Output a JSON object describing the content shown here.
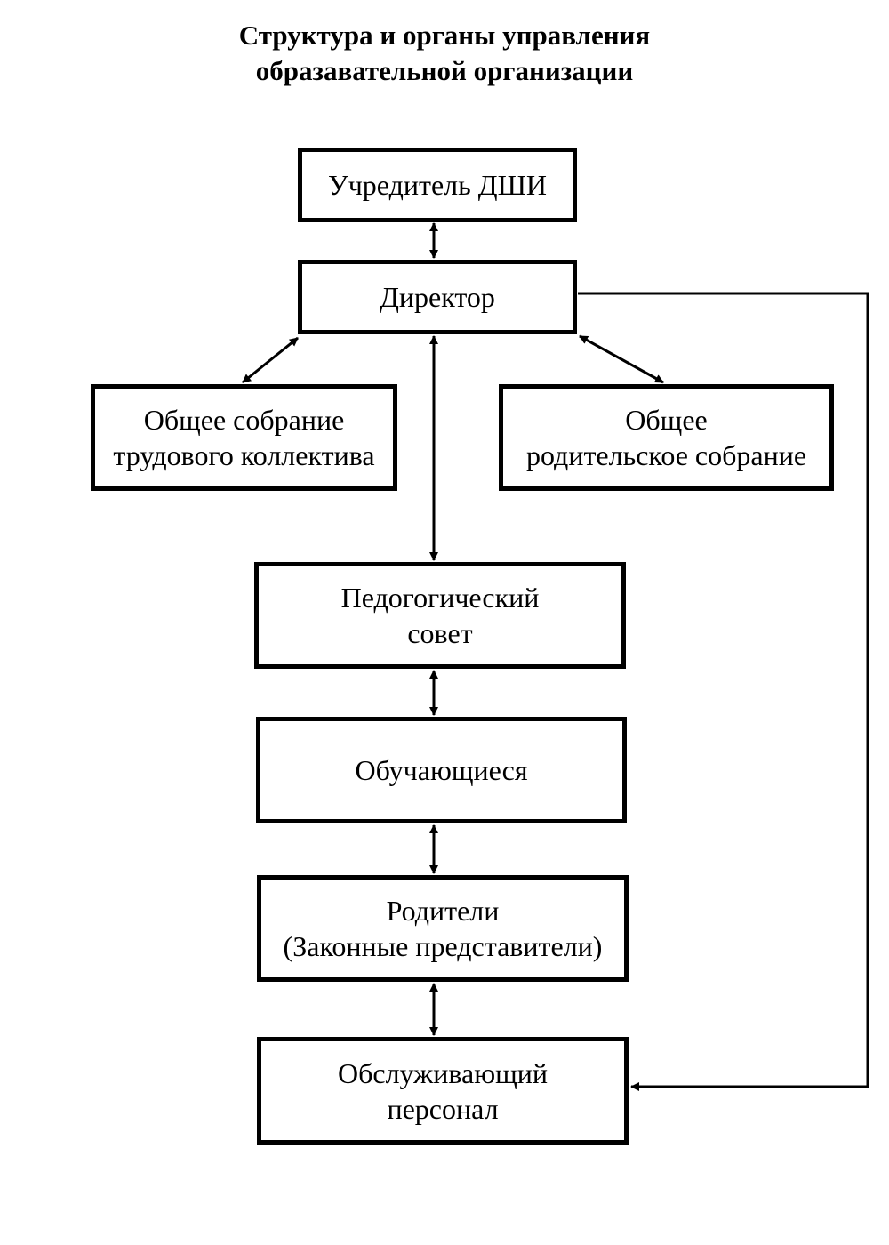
{
  "title": {
    "line1": "Структура и органы управления",
    "line2": "образавательной организации"
  },
  "nodes": {
    "founder": {
      "lines": [
        "Учредитель ДШИ"
      ]
    },
    "director": {
      "lines": [
        "Директор"
      ]
    },
    "staff_meeting": {
      "lines": [
        "Общее собрание",
        "трудового коллектива"
      ]
    },
    "parents_meeting": {
      "lines": [
        "Общее",
        "родительское собрание"
      ]
    },
    "pedagogical_council": {
      "lines": [
        "Педогогический",
        "совет"
      ]
    },
    "students": {
      "lines": [
        "Обучающиеся"
      ]
    },
    "parents": {
      "lines": [
        "Родители",
        "(Законные представители)"
      ]
    },
    "service_staff": {
      "lines": [
        "Обслуживающий",
        "персонал"
      ]
    }
  },
  "colors": {
    "stroke": "#000000",
    "background": "#ffffff"
  }
}
